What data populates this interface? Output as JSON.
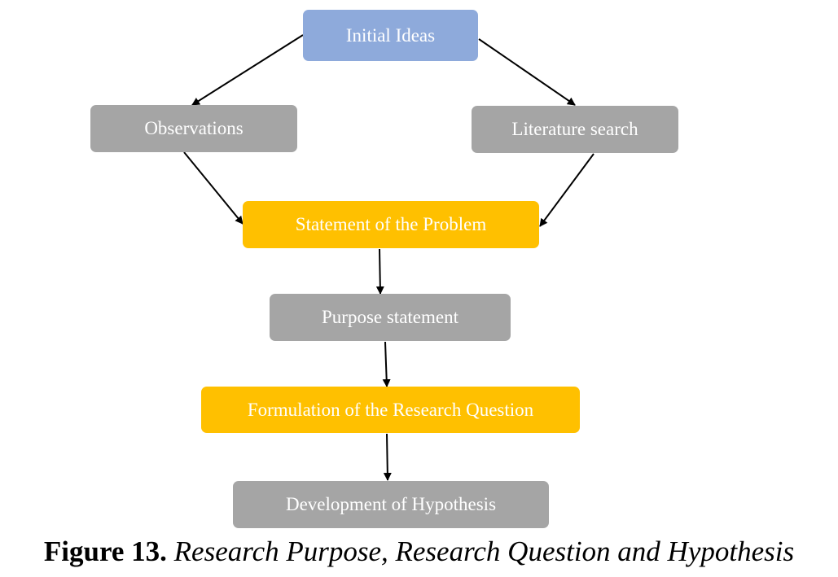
{
  "colors": {
    "blue": "#8eaadb",
    "gray": "#a5a5a5",
    "gold": "#ffc000",
    "arrow": "#000000"
  },
  "nodes": {
    "initial_ideas": {
      "label": "Initial Ideas",
      "color": "blue"
    },
    "observations": {
      "label": "Observations",
      "color": "gray"
    },
    "literature_search": {
      "label": "Literature search",
      "color": "gray"
    },
    "statement_of_problem": {
      "label": "Statement of the Problem",
      "color": "gold"
    },
    "purpose_statement": {
      "label": "Purpose statement",
      "color": "gray"
    },
    "formulation_research_question": {
      "label": "Formulation of the Research Question",
      "color": "gold"
    },
    "development_hypothesis": {
      "label": "Development of Hypothesis",
      "color": "gray"
    }
  },
  "edges": [
    {
      "from": "initial_ideas",
      "to": "observations"
    },
    {
      "from": "initial_ideas",
      "to": "literature_search"
    },
    {
      "from": "observations",
      "to": "statement_of_problem"
    },
    {
      "from": "literature_search",
      "to": "statement_of_problem"
    },
    {
      "from": "statement_of_problem",
      "to": "purpose_statement"
    },
    {
      "from": "purpose_statement",
      "to": "formulation_research_question"
    },
    {
      "from": "formulation_research_question",
      "to": "development_hypothesis"
    }
  ],
  "caption": {
    "label": "Figure 13.",
    "title": "Research Purpose, Research Question and Hypothesis"
  }
}
